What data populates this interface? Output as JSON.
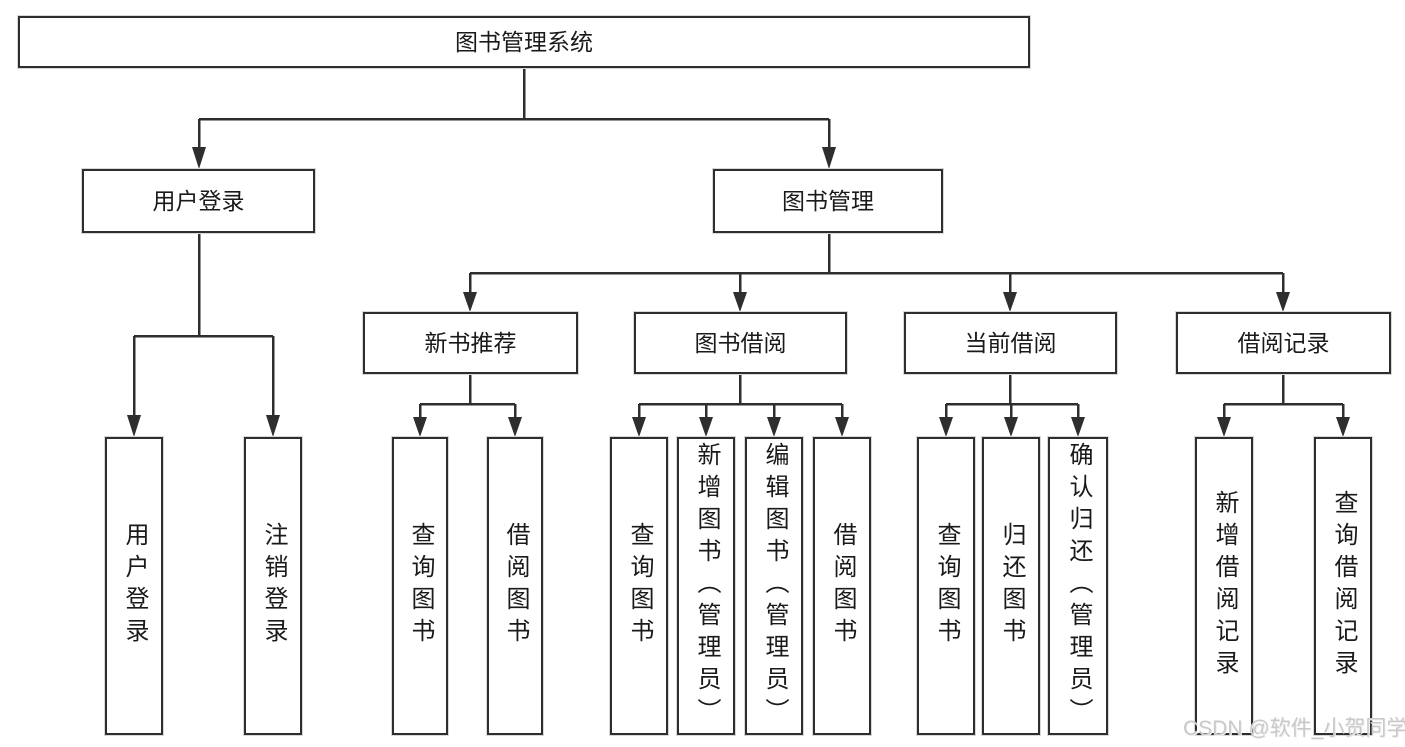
{
  "diagram": {
    "title": "图书管理系统",
    "root": {
      "label": "图书管理系统"
    },
    "level2": [
      {
        "label": "用户登录"
      },
      {
        "label": "图书管理"
      }
    ],
    "level3": [
      {
        "label": "新书推荐"
      },
      {
        "label": "图书借阅"
      },
      {
        "label": "当前借阅"
      },
      {
        "label": "借阅记录"
      }
    ],
    "leaves": {
      "user_login": [
        {
          "label": "用户登录"
        },
        {
          "label": "注销登录"
        }
      ],
      "new_books": [
        {
          "label": "查询图书"
        },
        {
          "label": "借阅图书"
        }
      ],
      "book_borrow": [
        {
          "label": "查询图书"
        },
        {
          "label": "新增图书（管理员）"
        },
        {
          "label": "编辑图书（管理员）"
        },
        {
          "label": "借阅图书"
        }
      ],
      "current_borrow": [
        {
          "label": "查询图书"
        },
        {
          "label": "归还图书"
        },
        {
          "label": "确认归还（管理员）"
        }
      ],
      "borrow_records": [
        {
          "label": "新增借阅记录"
        },
        {
          "label": "查询借阅记录"
        }
      ]
    },
    "colors": {
      "line": "#2e2e2e",
      "text": "#1a1a1a",
      "background": "#ffffff",
      "watermark": "#c9c9c9"
    },
    "watermark": "CSDN @软件_小贺同学"
  }
}
